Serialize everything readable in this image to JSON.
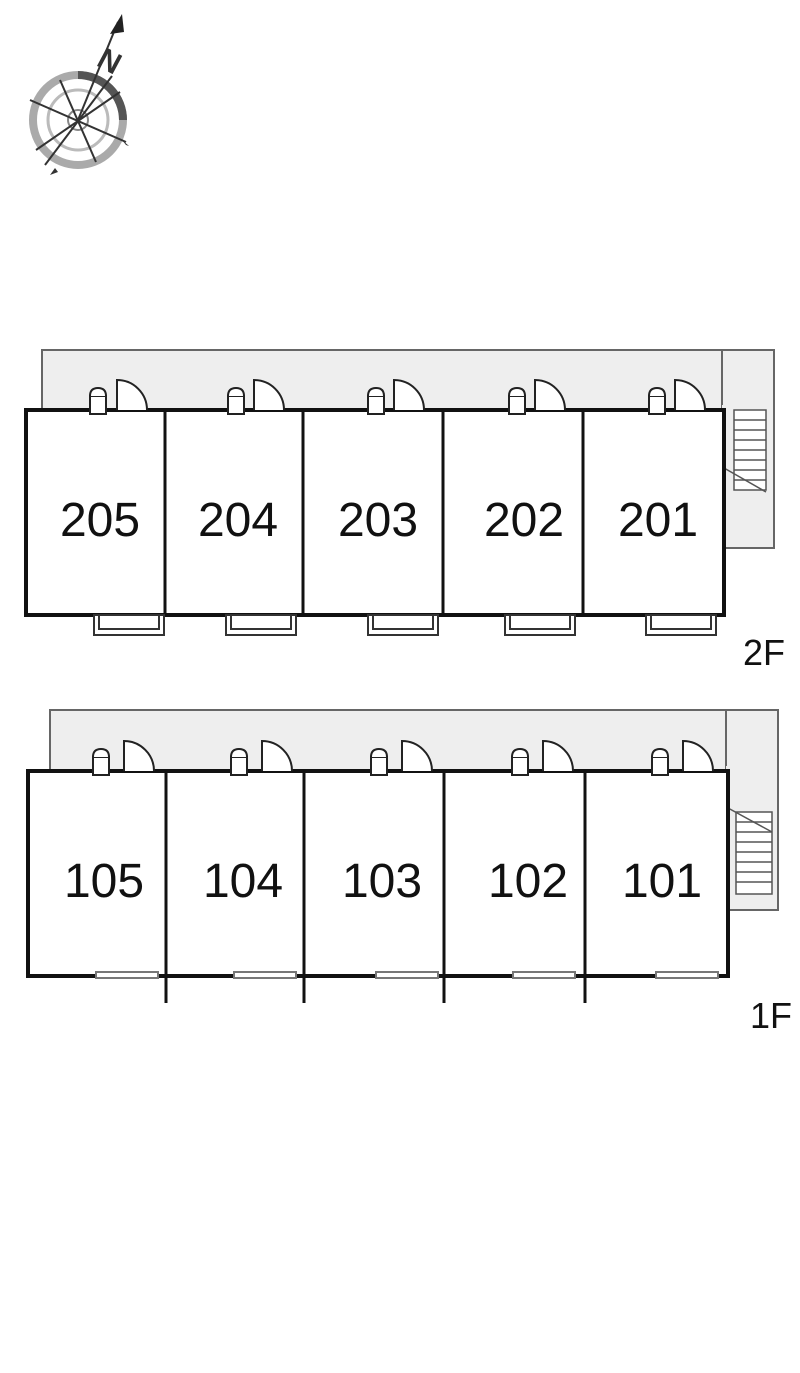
{
  "compass": {
    "north_label": "N"
  },
  "floors": [
    {
      "label": "2F",
      "units": [
        "205",
        "204",
        "203",
        "202",
        "201"
      ]
    },
    {
      "label": "1F",
      "units": [
        "105",
        "104",
        "103",
        "102",
        "101"
      ]
    }
  ],
  "colors": {
    "walkway_fill": "#eeeeee",
    "wall": "#111111",
    "outline": "#666666",
    "compass_ring": "#999999"
  }
}
